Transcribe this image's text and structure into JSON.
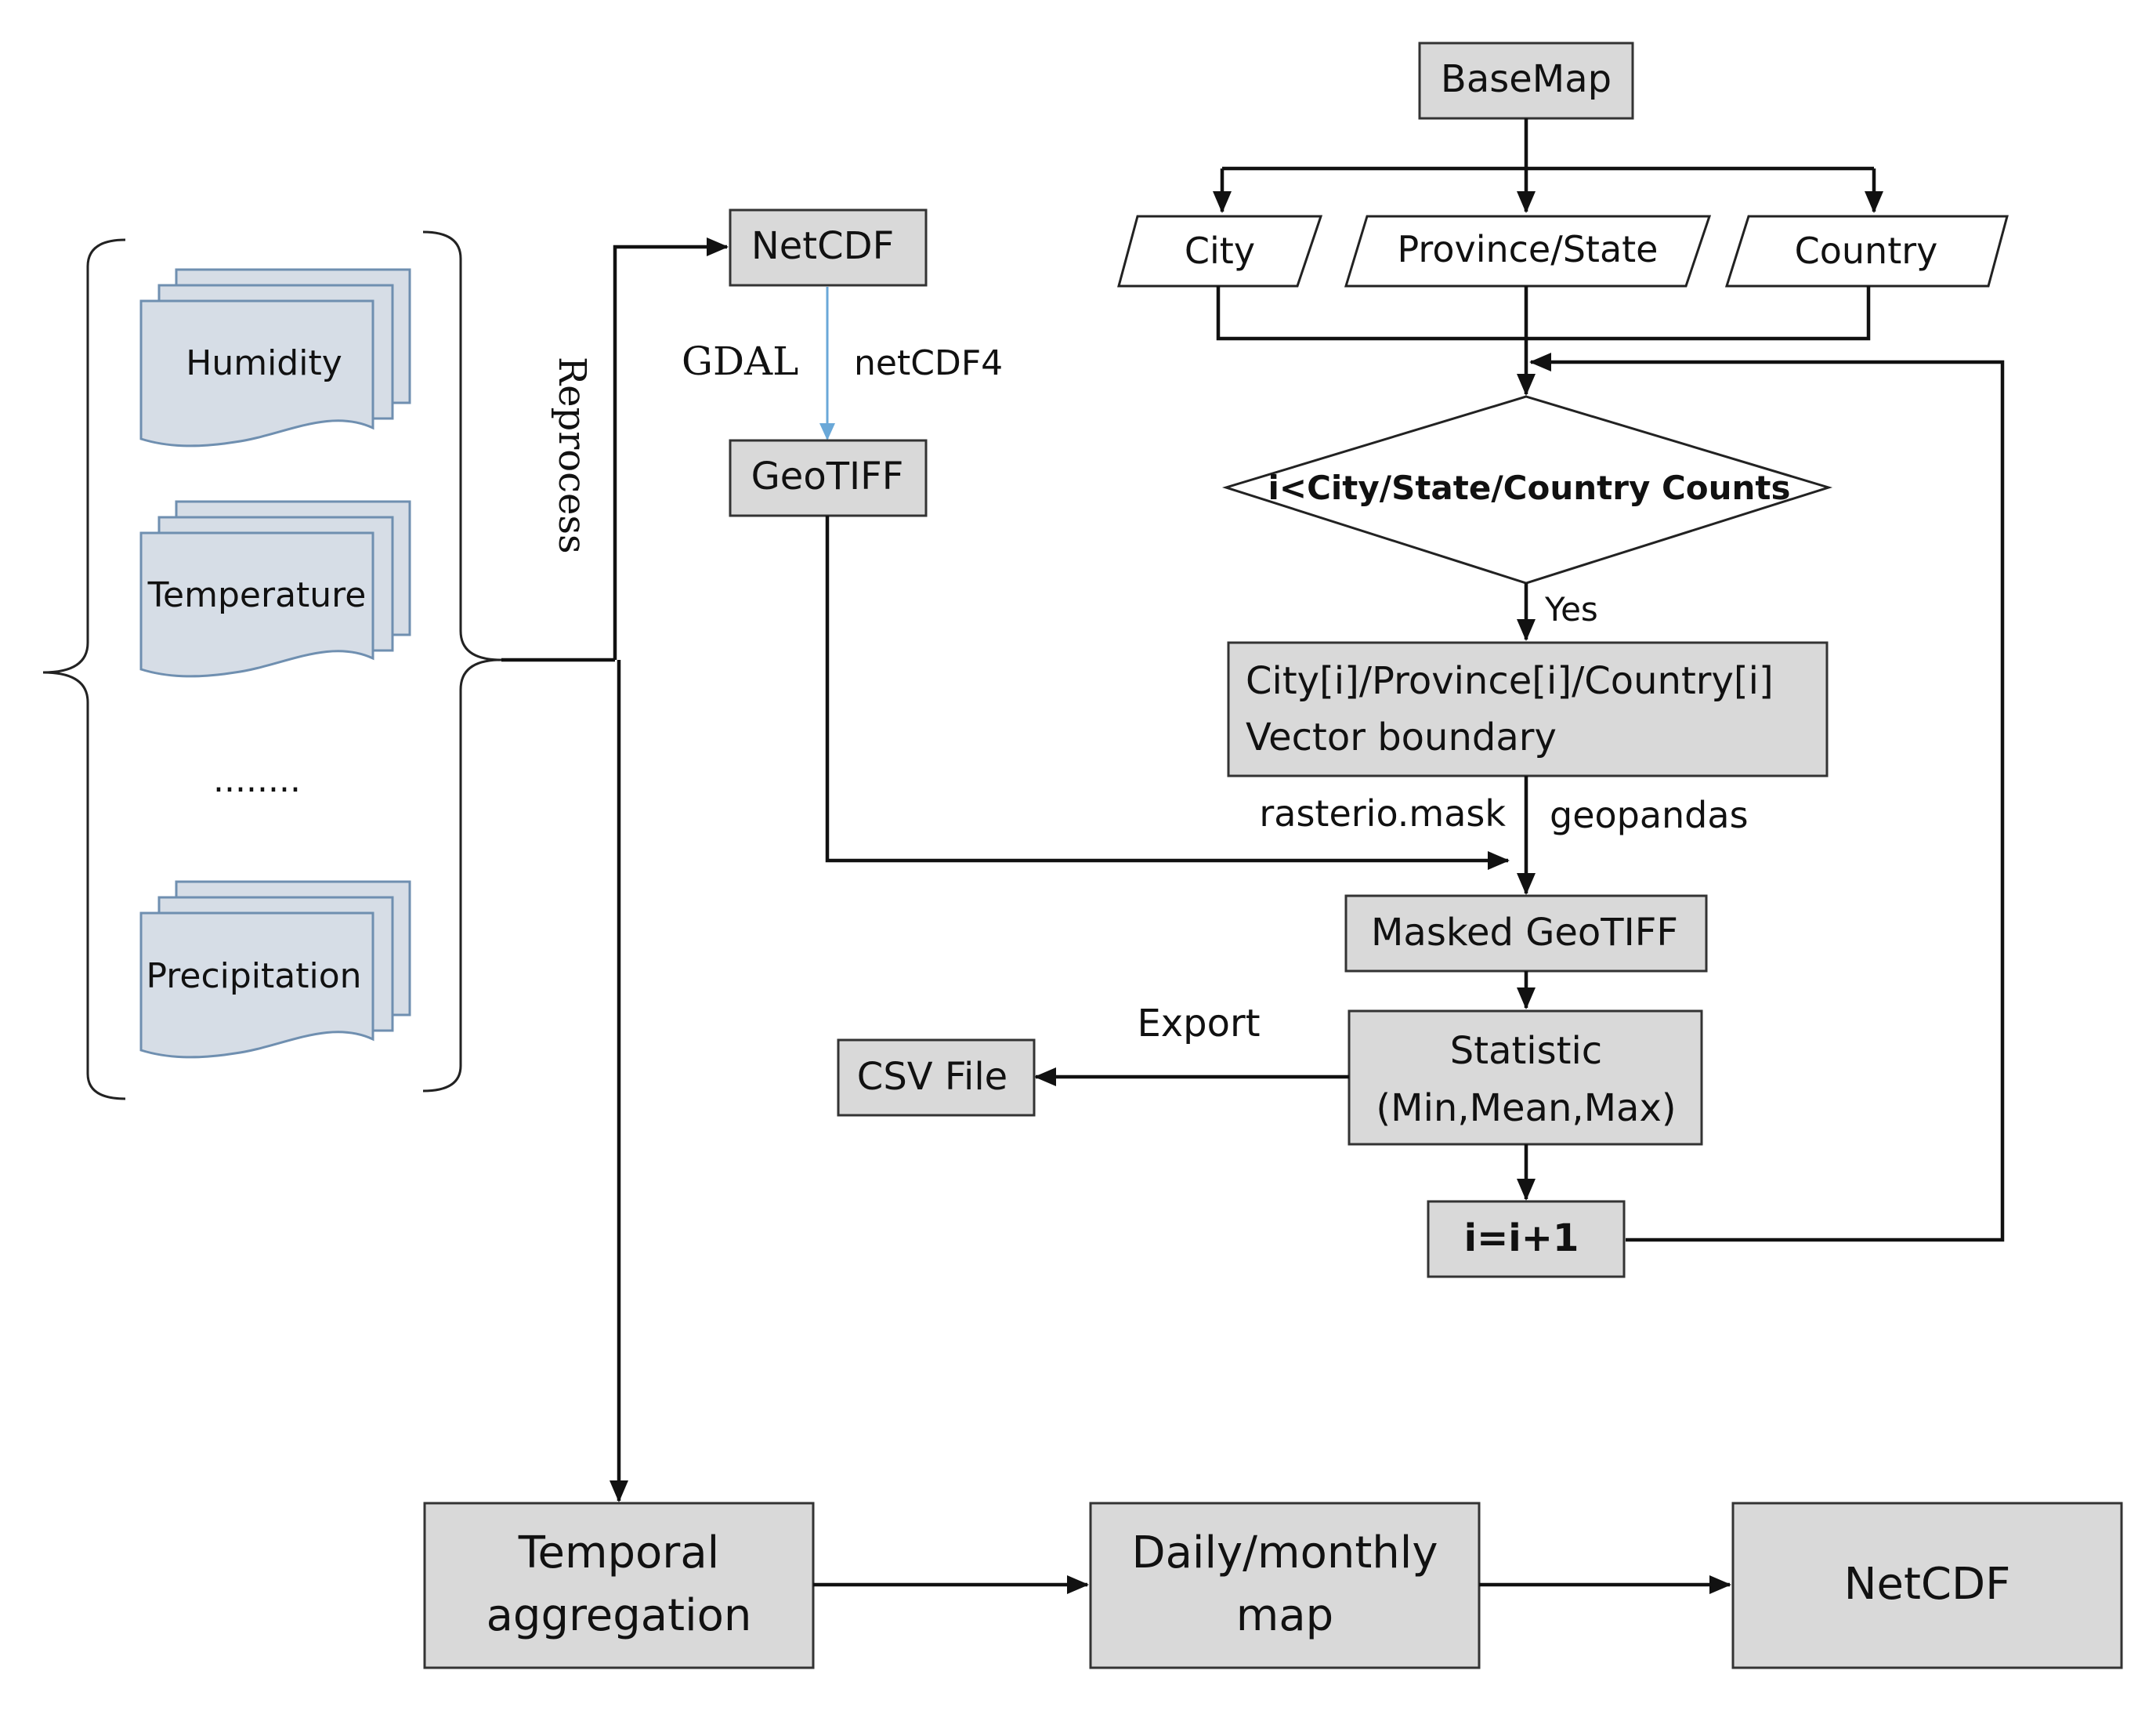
{
  "diagram": {
    "data_inputs": [
      "Humidity",
      "Temperature",
      "........",
      "Precipitation"
    ],
    "reprocess_label": "Reprocess",
    "netcdf_top": "NetCDF",
    "gdal_label": "GDAL",
    "netcdf4_label": "netCDF4",
    "geotiff": "GeoTIFF",
    "basemap": "BaseMap",
    "city": "City",
    "province_state": "Province/State",
    "country": "Country",
    "decision": "i<City/State/Country Counts",
    "yes_label": "Yes",
    "vector_boundary_line1": "City[i]/Province[i]/Country[i]",
    "vector_boundary_line2": "Vector boundary",
    "rasterio_label": "rasterio.mask",
    "geopandas_label": "geopandas",
    "masked_geotiff": "Masked GeoTIFF",
    "statistic_line1": "Statistic",
    "statistic_line2": "(Min,Mean,Max)",
    "export_label": "Export",
    "csv_file": "CSV File",
    "increment": "i=i+1",
    "temporal_line1": "Temporal",
    "temporal_line2": "aggregation",
    "daily_line1": "Daily/monthly",
    "daily_line2": "map",
    "netcdf_bottom": "NetCDF"
  }
}
